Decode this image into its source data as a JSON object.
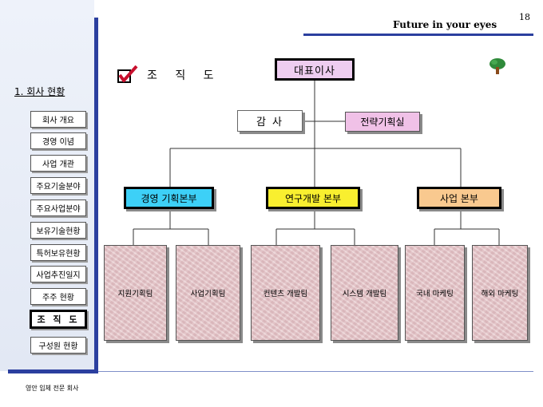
{
  "header": {
    "title": "Future in your eyes",
    "page_number": "18"
  },
  "sidebar": {
    "section_title": "1. 회사 현황",
    "items": [
      {
        "label": "회사 개요",
        "active": false
      },
      {
        "label": "경영 이념",
        "active": false
      },
      {
        "label": "사업 개관",
        "active": false
      },
      {
        "label": "주요기술분야",
        "active": false
      },
      {
        "label": "주요사업분야",
        "active": false
      },
      {
        "label": "보유기술현황",
        "active": false
      },
      {
        "label": "특허보유현황",
        "active": false
      },
      {
        "label": "사업추진일지",
        "active": false
      },
      {
        "label": "주주 현황",
        "active": false
      },
      {
        "label": "조 직 도",
        "active": true
      },
      {
        "label": "구성원 현황",
        "active": false
      }
    ]
  },
  "footer": {
    "text": "영안 입체 전문 회사"
  },
  "main": {
    "title": "조 직 도"
  },
  "org": {
    "ceo": "대표이사",
    "audit": "감 사",
    "strategy": "전략기획실",
    "divisions": [
      {
        "name": "경영 기획본부",
        "teams": [
          "지원기획팀",
          "사업기획팀"
        ]
      },
      {
        "name": "연구개발 본부",
        "teams": [
          "컨텐츠 개발팀",
          "시스템 개발팀"
        ]
      },
      {
        "name": "사업 본부",
        "teams": [
          "국내 마케팅",
          "해외 마케팅"
        ]
      }
    ]
  },
  "colors": {
    "accent_rule": "#2b3f9f",
    "ceo_fill": "#eecdf0",
    "strategy_fill": "#f0c1e7",
    "division_mgmt_fill": "#3dd0f7",
    "division_rnd_fill": "#f9ef2f",
    "division_biz_fill": "#f9c98f",
    "team_fill": "#e6c7cb"
  },
  "icons": {
    "check": "checkbox-check-icon",
    "tree": "tree-icon"
  }
}
